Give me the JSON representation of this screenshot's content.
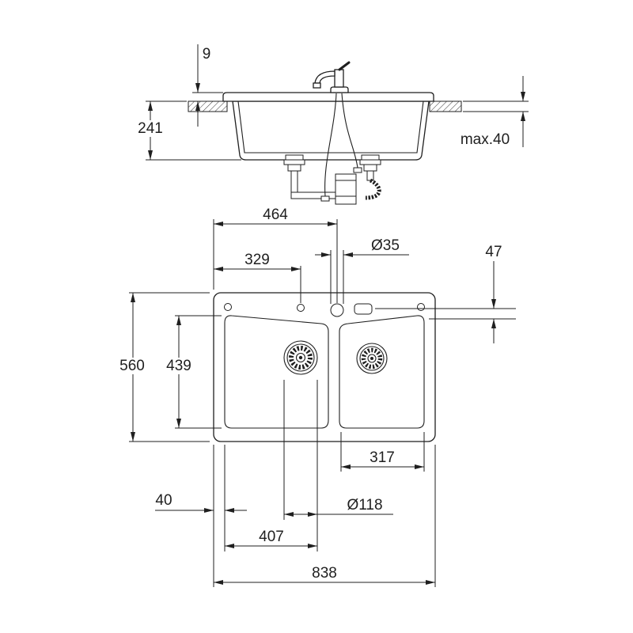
{
  "colors": {
    "line": "#1f1f1f",
    "background": "#ffffff"
  },
  "side_view": {
    "rim_height": "9",
    "install_depth": "241",
    "counter_thickness_max": "max.40"
  },
  "plan_view": {
    "faucet_hole_center_from_left": "464",
    "faucet_hole_diameter": "Ø35",
    "faucet_hole_from_edge": "47",
    "aux_hole_from_left": "329",
    "overall_depth": "560",
    "inner_depth": "439",
    "right_bowl_width": "317",
    "side_margin": "40",
    "drain_diameter": "Ø118",
    "drain_center_from_left": "407",
    "overall_width": "838"
  }
}
